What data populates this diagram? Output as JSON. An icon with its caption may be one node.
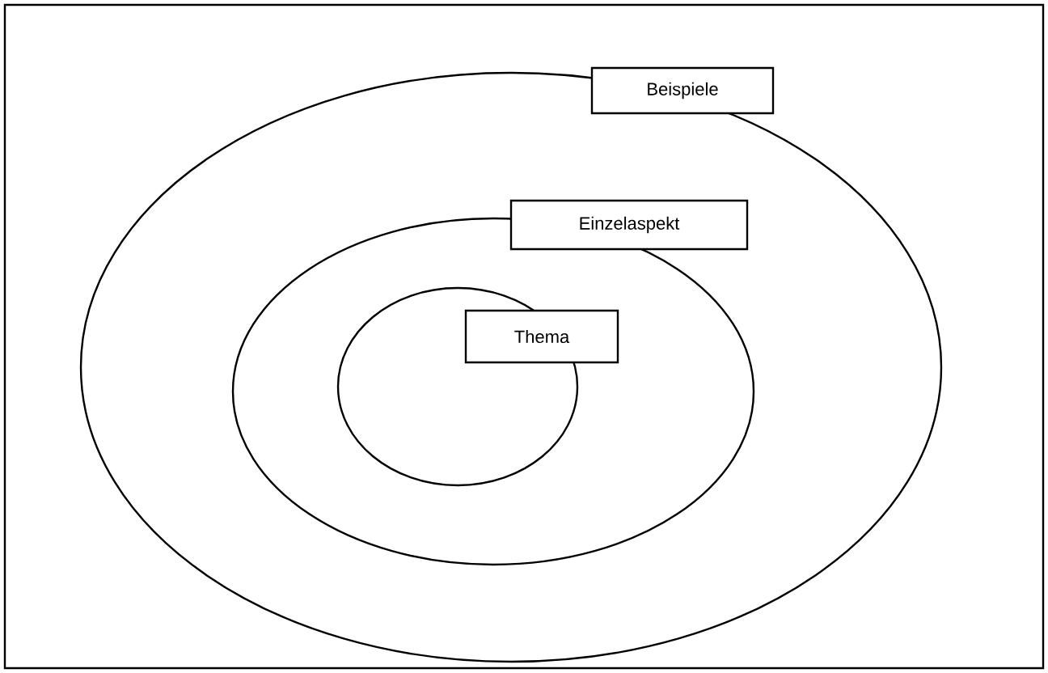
{
  "diagram": {
    "nodes": [
      {
        "text": [
          "Beispiele"
        ]
      },
      {
        "text": [
          "Einzelaspekt"
        ],
        "in": 0
      },
      {
        "text": [
          "Thema"
        ],
        "in": 1
      }
    ]
  }
}
